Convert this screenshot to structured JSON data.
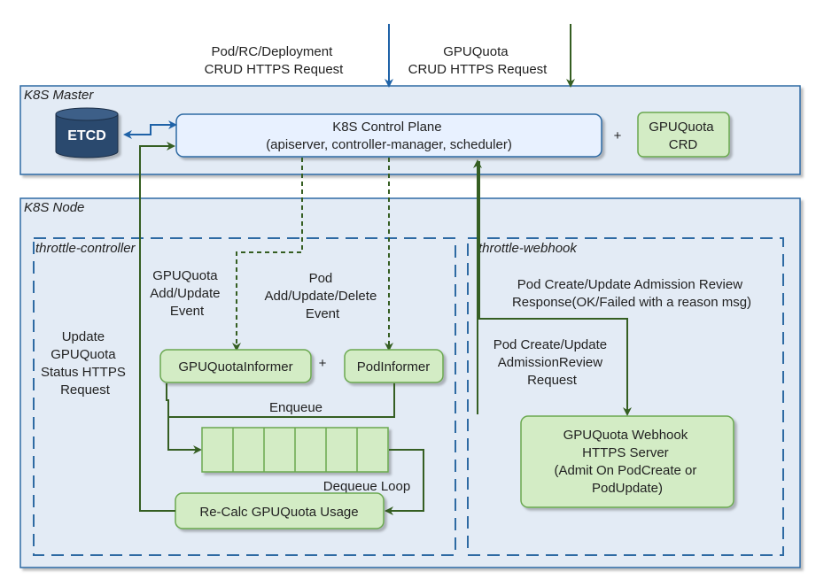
{
  "colors": {
    "region_fill": "#e3ebf5",
    "region_stroke": "#2e6aa3",
    "box_fill": "#e8f1ff",
    "box_stroke": "#2e6aa3",
    "green_fill": "#d3ecc5",
    "green_stroke": "#6aa84f",
    "green_arrow": "#355e22",
    "blue_arrow": "#1f62a7",
    "etcd_fill": "#2c4a6e",
    "text": "#222222"
  },
  "requests": {
    "pod": [
      "Pod/RC/Deployment",
      "CRUD HTTPS Request"
    ],
    "gpuquota": [
      "GPUQuota",
      "CRUD HTTPS Request"
    ]
  },
  "master": {
    "title": "K8S Master",
    "etcd": "ETCD",
    "control_plane": [
      "K8S Control Plane",
      "(apiserver, controller-manager, scheduler)"
    ],
    "plus": "+",
    "crd": [
      "GPUQuota",
      "CRD"
    ]
  },
  "node": {
    "title": "K8S Node",
    "controller": {
      "title": "throttle-controller",
      "gpuquota_event": [
        "GPUQuota",
        "Add/Update",
        "Event"
      ],
      "pod_event": [
        "Pod",
        "Add/Update/Delete",
        "Event"
      ],
      "update_status": [
        "Update",
        "GPUQuota",
        "Status HTTPS",
        "Request"
      ],
      "gpuquota_informer": "GPUQuotaInformer",
      "plus": "+",
      "pod_informer": "PodInformer",
      "enqueue": "Enqueue",
      "dequeue": "Dequeue Loop",
      "recalc": "Re-Calc GPUQuota Usage"
    },
    "webhook": {
      "title": "throttle-webhook",
      "response": [
        "Pod Create/Update Admission Review",
        "Response(OK/Failed with a reason msg)"
      ],
      "request": [
        "Pod Create/Update",
        "AdmissionReview",
        "Request"
      ],
      "server": [
        "GPUQuota Webhook",
        "HTTPS Server",
        "(Admit On PodCreate or",
        "PodUpdate)"
      ]
    }
  }
}
